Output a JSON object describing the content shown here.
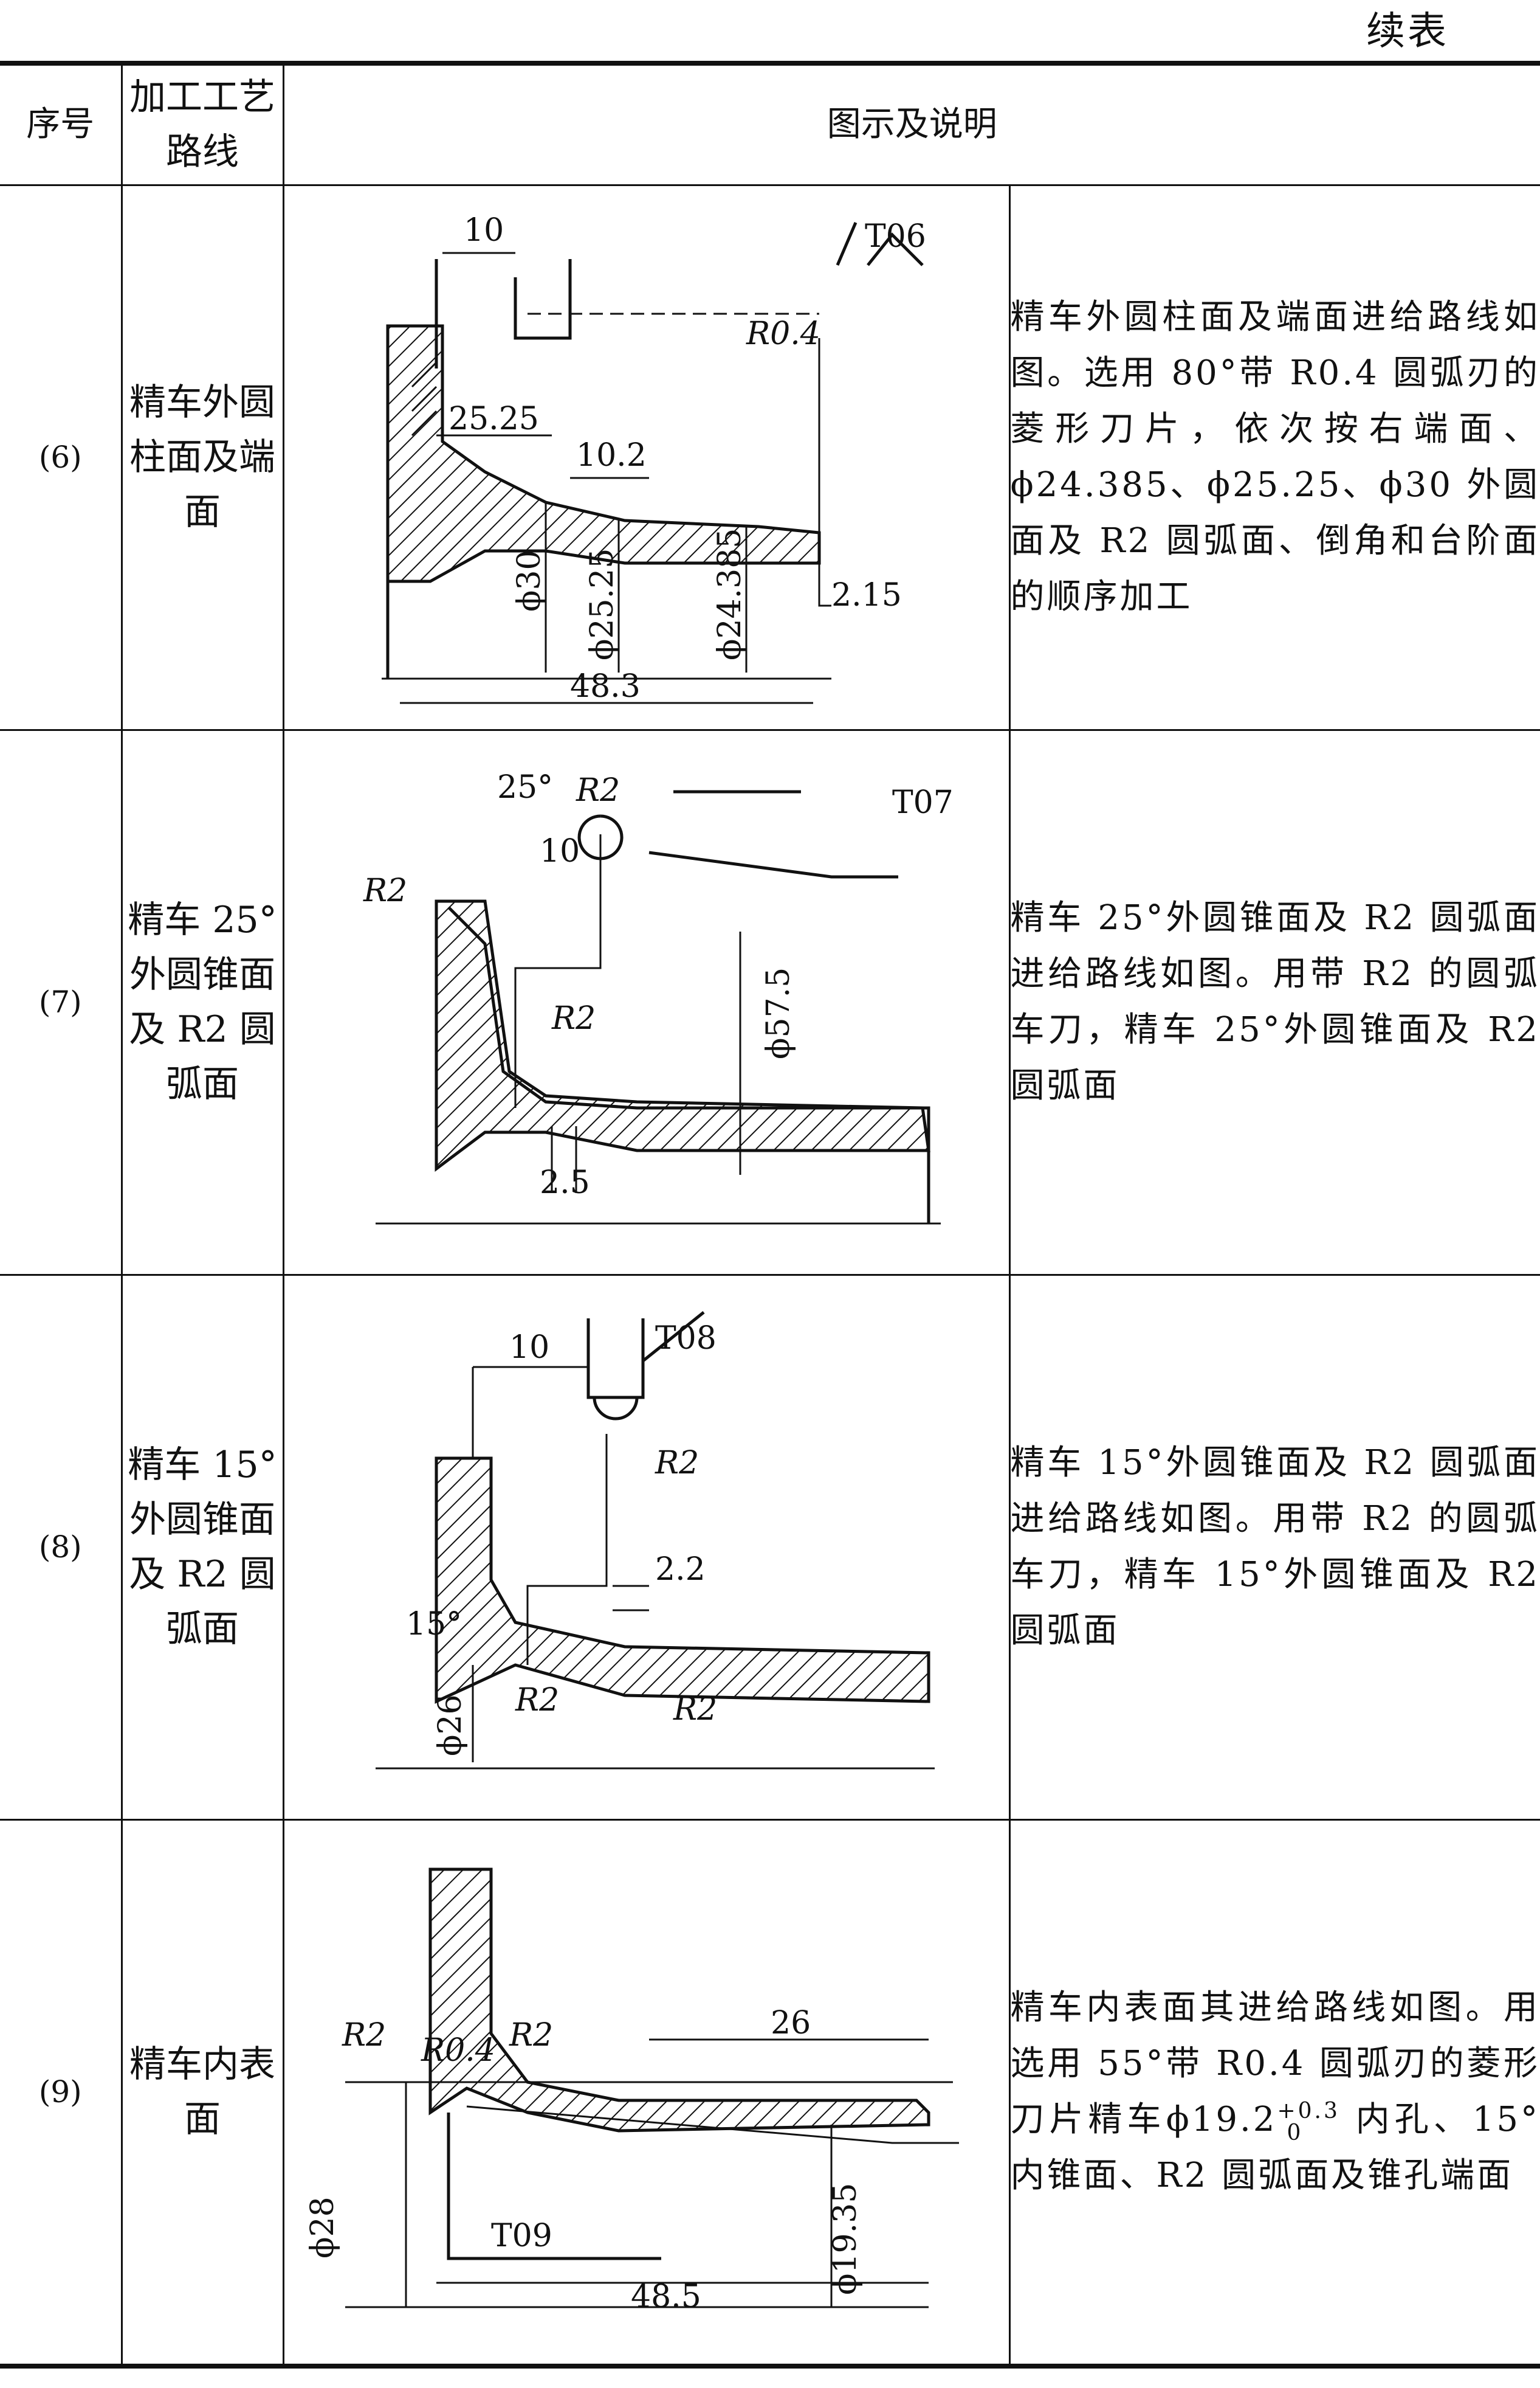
{
  "caption": "续表",
  "headers": {
    "no": "序号",
    "route": "加工工艺路线",
    "figure": "图示及说明"
  },
  "rows": [
    {
      "no": "(6)",
      "route": "精车外圆柱面及端面",
      "desc": "精车外圆柱面及端面进给路线如图。选用 80°带 R0.4 圆弧刃的菱形刀片，依次按右端面、ϕ24.385、ϕ25.25、ϕ30 外圆面及 R2 圆弧面、倒角和台阶面的顺序加工",
      "labels": {
        "tool": "T06",
        "d1": "10",
        "d2": "10.2",
        "d3": "25.25",
        "d4": "2.15",
        "d5": "48.3",
        "r": "R0.4",
        "phi1": "ϕ30",
        "phi2": "ϕ25.25",
        "phi3": "ϕ24.385"
      }
    },
    {
      "no": "(7)",
      "route": "精车 25°外圆锥面及 R2 圆弧面",
      "desc": "精车 25°外圆锥面及 R2 圆弧面进给路线如图。用带 R2 的圆弧车刀，精车 25°外圆锥面及 R2 圆弧面",
      "labels": {
        "tool": "T07",
        "ang": "25°",
        "d1": "10",
        "d2": "2.5",
        "r1": "R2",
        "r2": "R2",
        "r3": "R2",
        "phi": "ϕ57.5"
      }
    },
    {
      "no": "(8)",
      "route": "精车 15°外圆锥面及 R2 圆弧面",
      "desc": "精车 15°外圆锥面及 R2 圆弧面进给路线如图。用带 R2 的圆弧车刀，精车 15°外圆锥面及 R2 圆弧面",
      "labels": {
        "tool": "T08",
        "ang": "15°",
        "d1": "10",
        "d2": "2.2",
        "r1": "R2",
        "r2": "R2",
        "r3": "R2",
        "phi": "ϕ26"
      }
    },
    {
      "no": "(9)",
      "route": "精车内表面",
      "desc_a": "精车内表面其进给路线如图。用选用 55°带 R0.4 圆弧刃的菱形刀片精车",
      "desc_phi": "ϕ19.2",
      "desc_tol_up": "+0.3",
      "desc_tol_low": "0",
      "desc_b": " 内孔、15°内锥面、R2 圆弧面及锥孔端面",
      "labels": {
        "tool": "T09",
        "d1": "26",
        "d2": "48.5",
        "r1": "R2",
        "r2": "R0.4",
        "r3": "R2",
        "phi1": "ϕ28",
        "phi2": "ϕ19.35"
      }
    }
  ]
}
